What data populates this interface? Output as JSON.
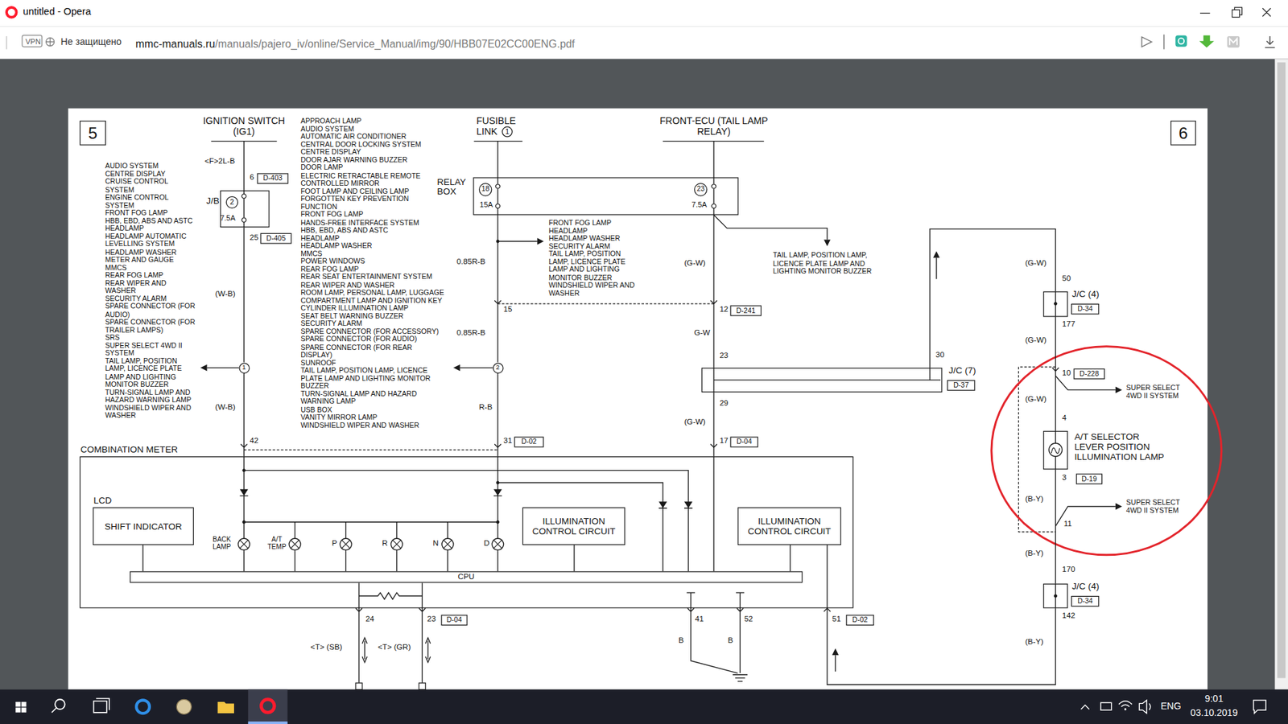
{
  "diagram": {
    "nodes": [
      {
        "text": [
          "5"
        ]
      },
      {
        "text": [
          "6"
        ]
      },
      {
        "text": [
          "J/B"
        ]
      },
      {
        "text": [
          "2"
        ],
        "in": 2
      },
      {
        "text": [
          "D-403"
        ]
      },
      {
        "text": [
          "D-405"
        ]
      },
      {
        "text": [
          "RELAY BOX"
        ]
      },
      {
        "text": [
          "18"
        ],
        "in": 6
      },
      {
        "text": [
          "23"
        ],
        "in": 6
      },
      {
        "text": [
          "1"
        ]
      },
      {
        "text": [
          "D-241"
        ]
      },
      {
        "text": [
          "1"
        ]
      },
      {
        "text": [
          "2"
        ]
      },
      {
        "text": [
          "J/C (7)"
        ]
      },
      {
        "text": [
          "D-37"
        ]
      },
      {
        "text": [
          "J/C (4)"
        ]
      },
      {
        "text": [
          "D-34"
        ]
      },
      {
        "text": [
          "D-228"
        ]
      },
      {
        "text": [
          "A/T SELECTOR LEVER POSITION ILLUMINATION LAMP"
        ]
      },
      {
        "text": [
          "D-19"
        ]
      },
      {
        "text": [
          "J/C (4)"
        ]
      },
      {
        "text": [
          "D-34"
        ]
      },
      {
        "text": [
          "D-04"
        ]
      },
      {
        "text": [
          "D-02"
        ]
      },
      {
        "text": [
          "COMBINATION METER"
        ]
      },
      {
        "text": [
          "LCD",
          "SHIFT INDICATOR"
        ],
        "in": 24
      },
      {
        "text": [
          "ILLUMINATION CONTROL CIRCUIT"
        ],
        "in": 24
      },
      {
        "text": [
          "ILLUMINATION CONTROL CIRCUIT"
        ],
        "in": 24
      },
      {
        "text": [
          "CPU"
        ],
        "in": 24
      },
      {
        "text": [
          "D-04"
        ]
      },
      {
        "text": [
          "D-02"
        ]
      }
    ],
    "edges": [
      {
        "from": 2,
        "to": 11,
        "arrow": "none"
      },
      {
        "from": 11,
        "to": 24,
        "arrow": "none"
      },
      {
        "from": 6,
        "to": 12,
        "arrow": "none"
      },
      {
        "from": 12,
        "to": 24,
        "arrow": "none"
      },
      {
        "from": 6,
        "to": 13,
        "arrow": "none"
      },
      {
        "from": 13,
        "to": 24,
        "arrow": "none"
      },
      {
        "from": 13,
        "to": 15,
        "arrow": "none"
      },
      {
        "from": 15,
        "to": 18,
        "arrow": "none"
      },
      {
        "from": 18,
        "to": 20,
        "arrow": "none"
      },
      {
        "from": 20,
        "to": 24,
        "arrow": "none"
      },
      {
        "from": 25,
        "to": 28,
        "arrow": "none"
      },
      {
        "from": 26,
        "to": 28,
        "arrow": "none"
      },
      {
        "from": 27,
        "to": 28,
        "arrow": "none"
      }
    ],
    "labels": [
      "untitled - Opera",
      "VPN",
      "Не защищено",
      "mmc-manuals.ru",
      "/manuals/pajero_iv/online/Service_Manual/img/90/HBB07E02CC00ENG.pdf",
      "IGNITION SWITCH (IG1)",
      "FUSIBLE LINK",
      "FRONT-ECU (TAIL LAMP RELAY)",
      "AUDIO SYSTEM",
      "CENTRE DISPLAY",
      "CRUISE CONTROL SYSTEM",
      "ENGINE CONTROL SYSTEM",
      "FRONT FOG LAMP",
      "HBB, EBD, ABS AND ASTC",
      "HEADLAMP",
      "HEADLAMP AUTOMATIC LEVELLING SYSTEM",
      "HEADLAMP WASHER",
      "METER AND GAUGE",
      "MMCS",
      "REAR FOG LAMP",
      "REAR WIPER AND WASHER",
      "SECURITY ALARM",
      "SPARE CONNECTOR (FOR AUDIO)",
      "SPARE CONNECTOR (FOR TRAILER LAMPS)",
      "SRS",
      "SUPER SELECT 4WD II SYSTEM",
      "TAIL LAMP, POSITION LAMP, LICENCE PLATE LAMP AND LIGHTING MONITOR BUZZER",
      "TURN-SIGNAL LAMP AND HAZARD WARNING LAMP",
      "WINDSHIELD WIPER AND WASHER",
      "APPROACH LAMP",
      "AUDIO SYSTEM",
      "AUTOMATIC AIR CONDITIONER",
      "CENTRAL DOOR LOCKING SYSTEM",
      "CENTRE DISPLAY",
      "DOOR AJAR WARNING BUZZER",
      "DOOR LAMP",
      "ELECTRIC RETRACTABLE REMOTE CONTROLLED MIRROR",
      "FOOT LAMP AND CEILING LAMP",
      "FORGOTTEN KEY PREVENTION FUNCTION",
      "FRONT FOG LAMP",
      "HANDS-FREE INTERFACE SYSTEM",
      "HBB, EBD, ABS AND ASTC",
      "HEADLAMP",
      "HEADLAMP WASHER",
      "MMCS",
      "POWER WINDOWS",
      "REAR FOG LAMP",
      "REAR SEAT ENTERTAINMENT SYSTEM",
      "REAR WIPER AND WASHER",
      "ROOM LAMP, PERSONAL LAMP, LUGGAGE COMPARTMENT LAMP AND IGNITION KEY CYLINDER ILLUMINATION LAMP",
      "SEAT BELT WARNING BUZZER",
      "SECURITY ALARM",
      "SPARE CONNECTOR (FOR ACCESSORY)",
      "SPARE CONNECTOR (FOR AUDIO)",
      "SPARE CONNECTOR (FOR REAR DISPLAY)",
      "SUNROOF",
      "TAIL LAMP, POSITION LAMP, LICENCE PLATE LAMP AND LIGHTING MONITOR BUZZER",
      "TURN-SIGNAL LAMP AND HAZARD WARNING LAMP",
      "USB BOX",
      "VANITY MIRROR LAMP",
      "WINDSHIELD WIPER AND WASHER",
      "FRONT FOG LAMP",
      "HEADLAMP",
      "HEADLAMP WASHER",
      "SECURITY ALARM",
      "TAIL LAMP, POSITION LAMP, LICENCE PLATE LAMP AND LIGHTING MONITOR BUZZER",
      "WINDSHIELD WIPER AND WASHER",
      "TAIL LAMP, POSITION LAMP, LICENCE PLATE LAMP AND LIGHTING MONITOR BUZZER",
      "<F>2L-B",
      "6",
      "7.5A",
      "25",
      "(W-B)",
      "(W-B)",
      "42",
      "15A",
      "7.5A",
      "0.85R-B",
      "15",
      "0.85R-B",
      "R-B",
      "31",
      "(G-W)",
      "12",
      "G-W",
      "23",
      "30",
      "29",
      "(G-W)",
      "17",
      "(G-W)",
      "50",
      "177",
      "(G-W)",
      "10",
      "SUPER SELECT 4WD II SYSTEM",
      "(G-W)",
      "4",
      "3",
      "(B-Y)",
      "SUPER SELECT 4WD II SYSTEM",
      "11",
      "(B-Y)",
      "170",
      "142",
      "(B-Y)",
      "BACK LAMP",
      "A/T TEMP",
      "P",
      "R",
      "N",
      "D",
      "24",
      "23",
      "<T> (SB)",
      "<T> (GR)",
      "41",
      "52",
      "B",
      "B",
      "51",
      "ENG",
      "9:01",
      "03.10.2019"
    ]
  }
}
